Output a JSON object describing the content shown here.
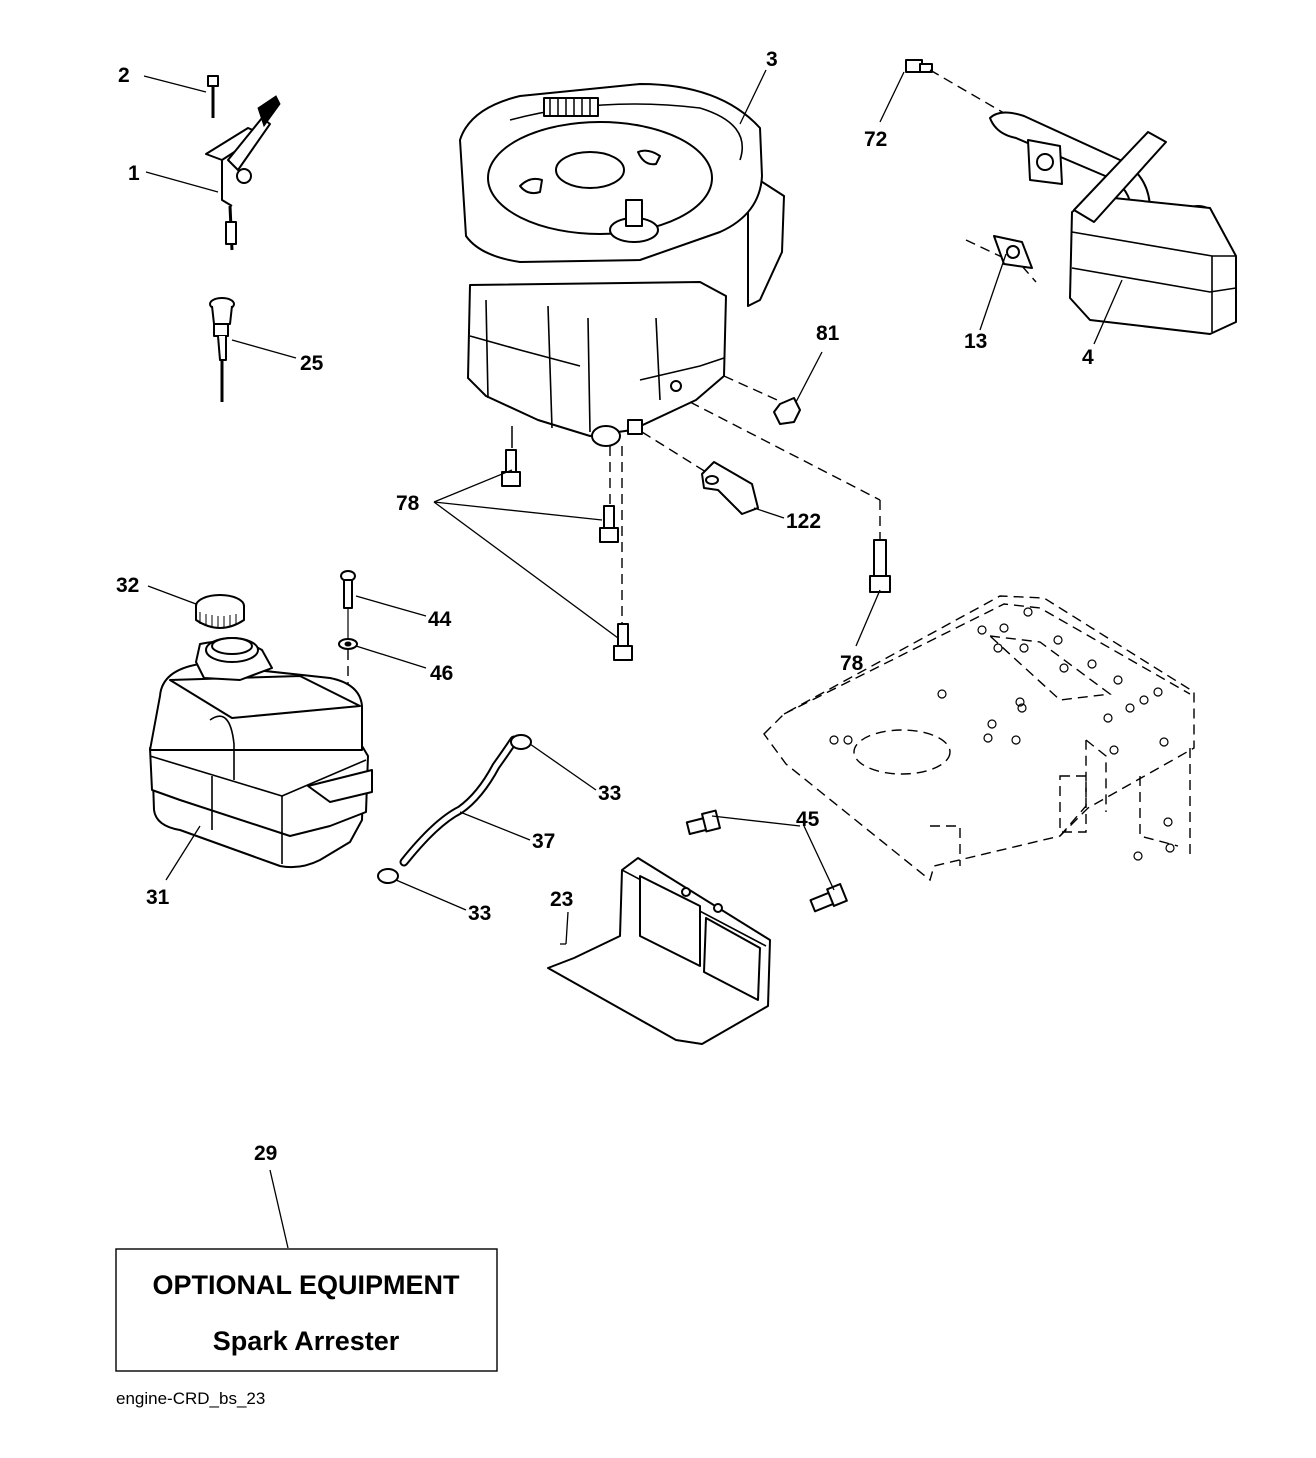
{
  "callouts": {
    "c1": "1",
    "c2": "2",
    "c3": "3",
    "c4": "4",
    "c13": "13",
    "c23": "23",
    "c25": "25",
    "c29": "29",
    "c31": "31",
    "c32": "32",
    "c33a": "33",
    "c33b": "33",
    "c37": "37",
    "c44": "44",
    "c45": "45",
    "c46": "46",
    "c72": "72",
    "c78a": "78",
    "c78b": "78",
    "c81": "81",
    "c122": "122"
  },
  "optional_box": {
    "title": "OPTIONAL EQUIPMENT",
    "subtitle": "Spark Arrester"
  },
  "footer_code": "engine-CRD_bs_23"
}
